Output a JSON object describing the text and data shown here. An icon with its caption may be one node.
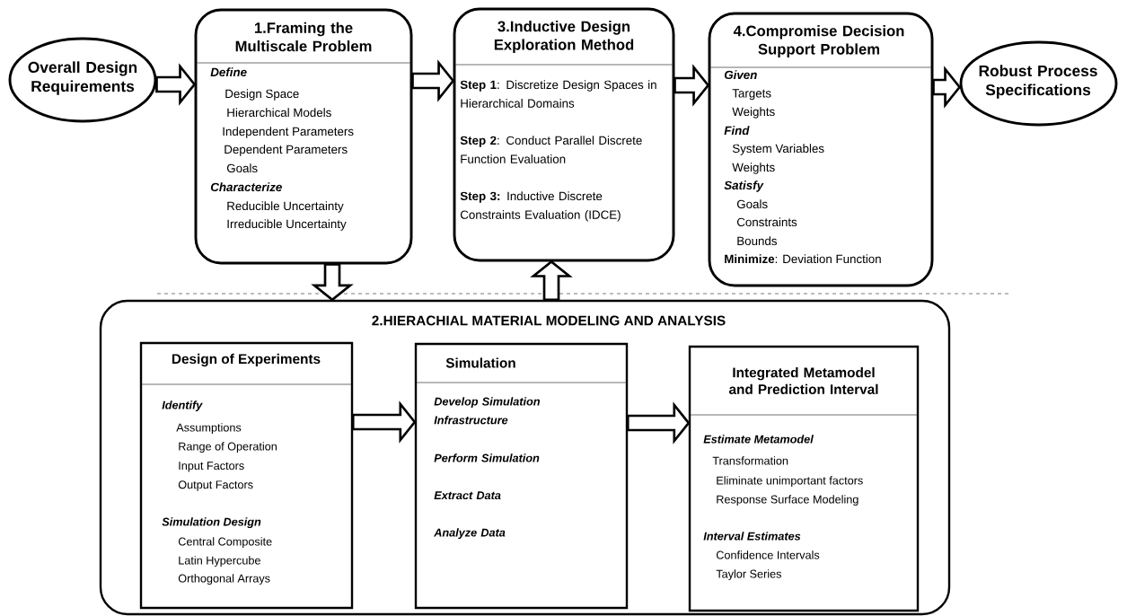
{
  "diagram": {
    "nodes": [
      {
        "text": [
          "Overall Design Requirements"
        ]
      },
      {
        "text": [
          "1.Framing the Multiscale Problem",
          "Define",
          "Design Space",
          "Hierarchical Models",
          "Independent Parameters",
          "Dependent Parameters",
          "Goals",
          "Characterize",
          "Reducible Uncertainty",
          "Irreducible Uncertainty"
        ]
      },
      {
        "text": [
          "3.Inductive Design Exploration Method",
          "**Step 1**: Discretize Design Spaces in Hierarchical Domains",
          "**Step 2**: Conduct Parallel Discrete Function Evaluation",
          "**Step 3:** Inductive Discrete Constraints Evaluation (IDCE)"
        ]
      },
      {
        "text": [
          "4.Compromise Decision Support Problem",
          "Given",
          "Targets",
          "Weights",
          "Find",
          "System Variables",
          "Weights",
          "Satisfy",
          "Goals",
          "Constraints",
          "Bounds",
          "**Minimize**: Deviation Function"
        ]
      },
      {
        "text": [
          "Robust Process Specifications"
        ]
      },
      {
        "text": [
          "2.HIERACHIAL MATERIAL MODELING AND ANALYSIS"
        ]
      },
      {
        "text": [
          "Design of Experiments",
          "Identify",
          "Assumptions",
          "Range of Operation",
          "Input Factors",
          "Output Factors",
          "Simulation Design",
          "Central Composite",
          "Latin Hypercube",
          "Orthogonal Arrays"
        ],
        "in": 5
      },
      {
        "text": [
          "Simulation",
          "Develop Simulation Infrastructure",
          "Perform Simulation",
          "Extract Data",
          "Analyze Data"
        ],
        "in": 5
      },
      {
        "text": [
          "Integrated Metamodel and Prediction Interval",
          "Estimate Metamodel",
          "Transformation",
          "Eliminate unimportant factors",
          "Response Surface Modeling",
          "Interval Estimates",
          "Confidence Intervals",
          "Taylor Series"
        ],
        "in": 5
      }
    ],
    "edges": [
      {
        "from": 0,
        "to": 1,
        "arrow": "to"
      },
      {
        "from": 1,
        "to": 2,
        "arrow": "to"
      },
      {
        "from": 2,
        "to": 3,
        "arrow": "to"
      },
      {
        "from": 3,
        "to": 4,
        "arrow": "to"
      },
      {
        "from": 1,
        "to": 5,
        "arrow": "to"
      },
      {
        "from": 5,
        "to": 2,
        "arrow": "to"
      },
      {
        "from": 6,
        "to": 7,
        "arrow": "to"
      },
      {
        "from": 7,
        "to": 8,
        "arrow": "to"
      }
    ]
  }
}
